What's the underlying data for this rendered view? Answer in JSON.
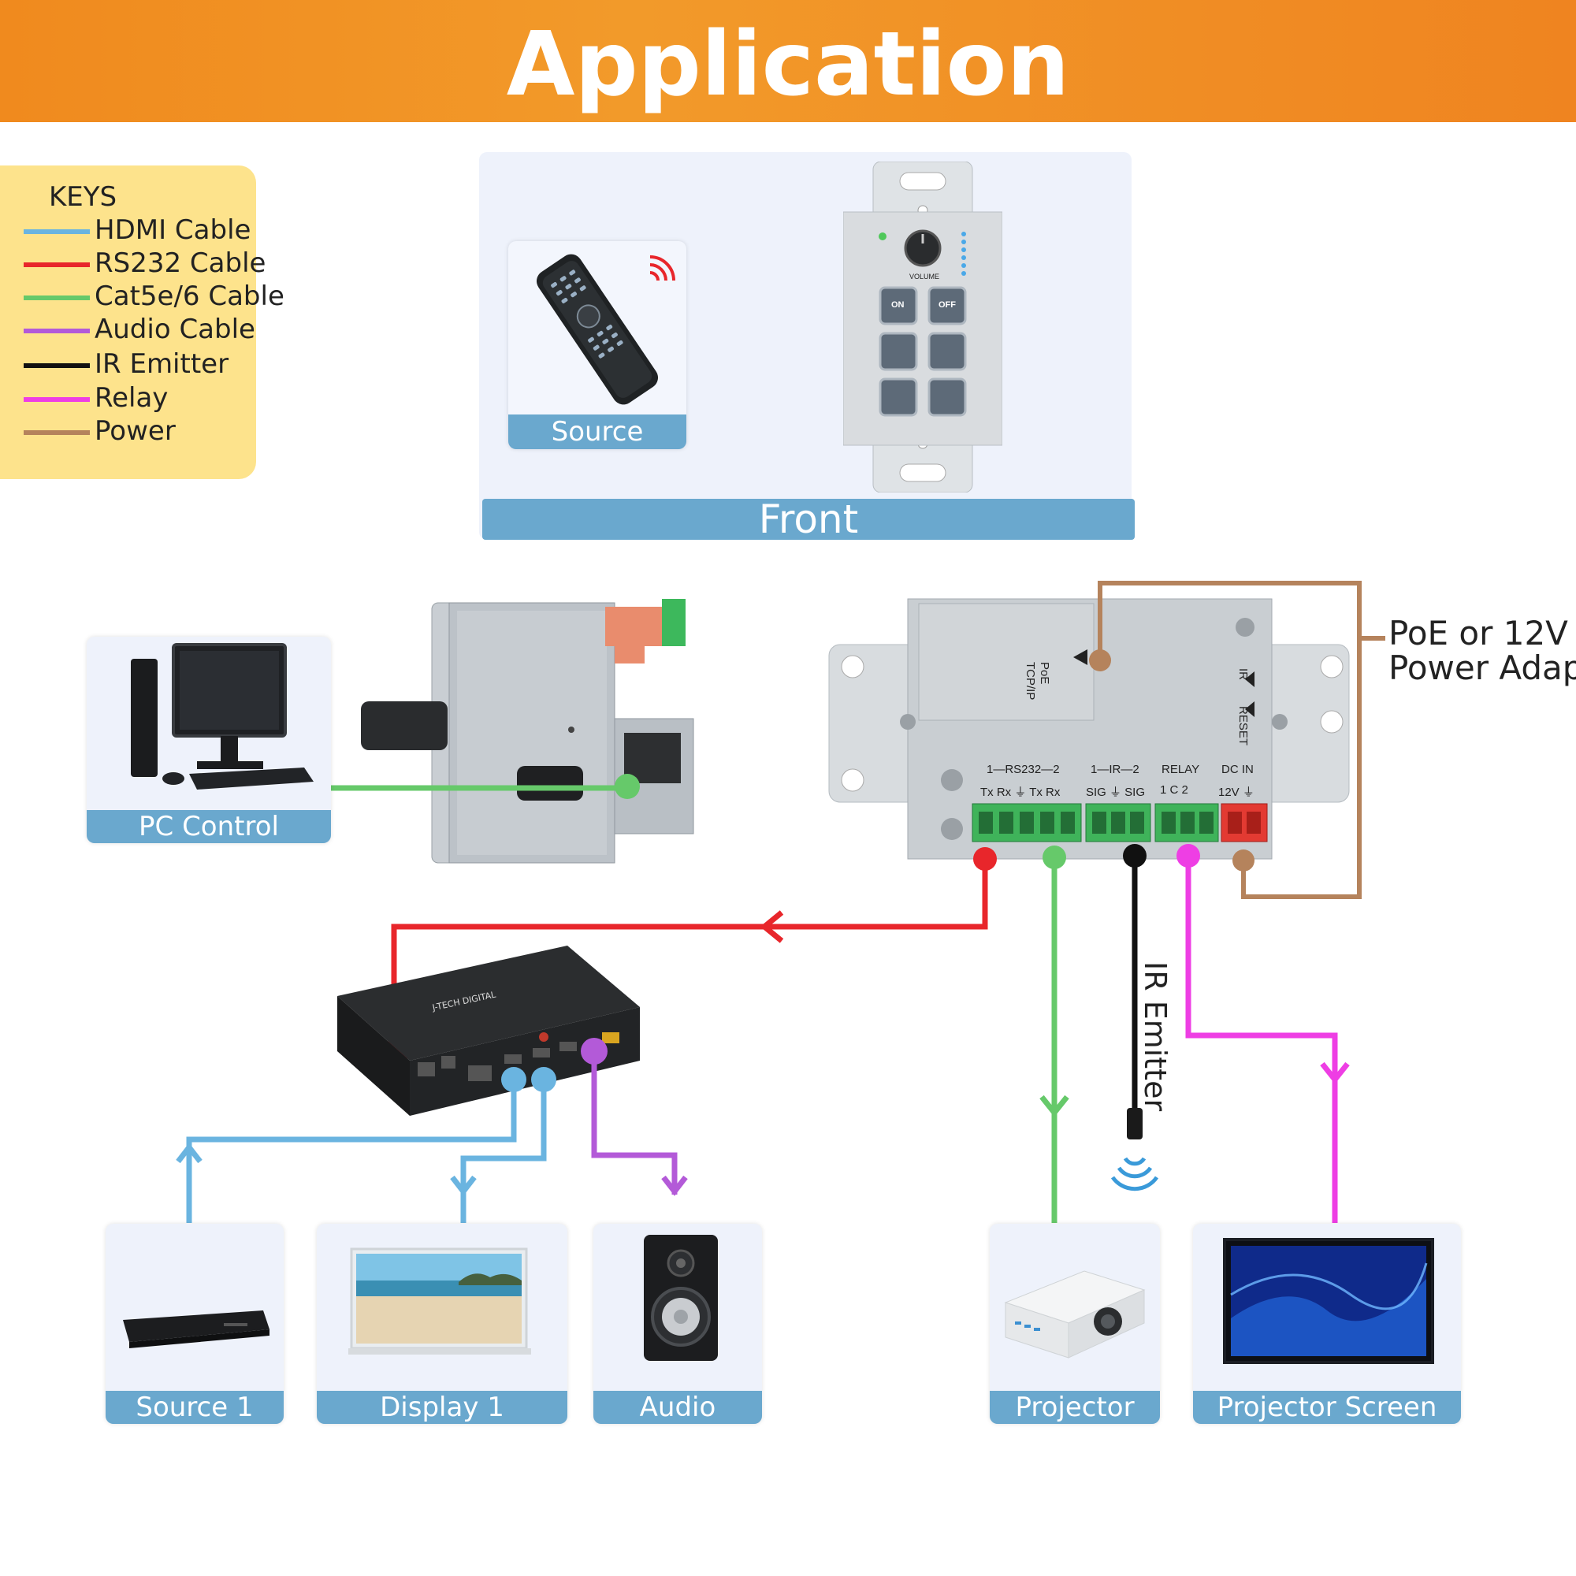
{
  "header": {
    "title": "Application"
  },
  "keys": {
    "title": "KEYS",
    "items": [
      {
        "label": "HDMI Cable",
        "color": "#6ab4e0"
      },
      {
        "label": "RS232 Cable",
        "color": "#e8262b"
      },
      {
        "label": "Cat5e/6 Cable",
        "color": "#66c96a"
      },
      {
        "label": "Audio Cable",
        "color": "#b35ad8"
      },
      {
        "label": "IR Emitter",
        "color": "#111111"
      },
      {
        "label": "Relay",
        "color": "#ee3ee4"
      },
      {
        "label": "Power",
        "color": "#b5835c"
      }
    ]
  },
  "front": {
    "label": "Front",
    "source_remote": "Source Remote",
    "wallplate": {
      "volume": "VOLUME",
      "btn_on": "ON",
      "btn_off": "OFF"
    }
  },
  "devices": {
    "pc_control": "PC Control",
    "source1": "Source 1",
    "display1": "Display 1",
    "audio_output": "Audio Output",
    "projector": "Projector",
    "projector_screen": "Projector Screen"
  },
  "rear": {
    "tcpip": "TCP/IP",
    "poe": "PoE",
    "ir": "IR",
    "reset": "RESET",
    "rs232_header": "1—RS232—2",
    "ir_header": "1—IR—2",
    "relay_header": "RELAY",
    "dcin_header": "DC IN",
    "rs232_pins": "Tx Rx ⏚ Tx Rx",
    "ir_pins": "SIG ⏚ SIG",
    "relay_pins": "1  C  2",
    "dc_pins": "12V ⏚"
  },
  "annotations": {
    "power_note_line1": "PoE or 12V",
    "power_note_line2": "Power Adapter",
    "ir_emitter": "IR Emitter"
  },
  "switcher": {
    "brand": "J-TECH DIGITAL"
  }
}
